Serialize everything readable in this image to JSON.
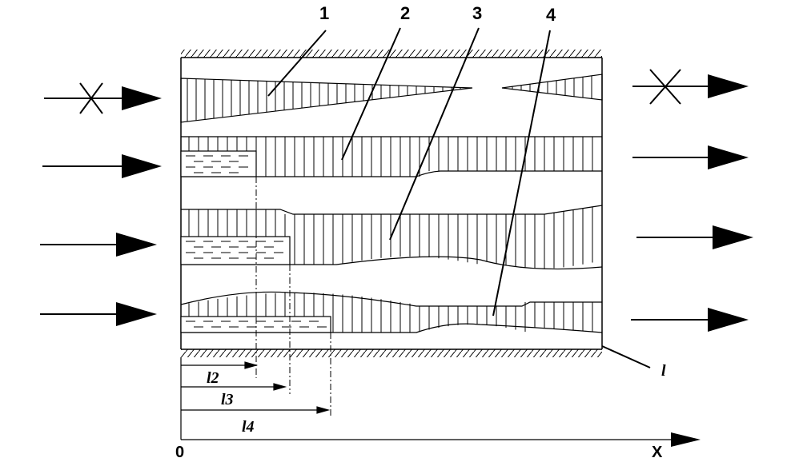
{
  "labels": {
    "callout_1": "1",
    "callout_2": "2",
    "callout_3": "3",
    "callout_4": "4",
    "l2": "l2",
    "l3": "l3",
    "l4": "l4",
    "l": "l",
    "origin": "0",
    "x_axis": "X"
  },
  "colors": {
    "stroke": "#000000",
    "background": "#ffffff"
  }
}
